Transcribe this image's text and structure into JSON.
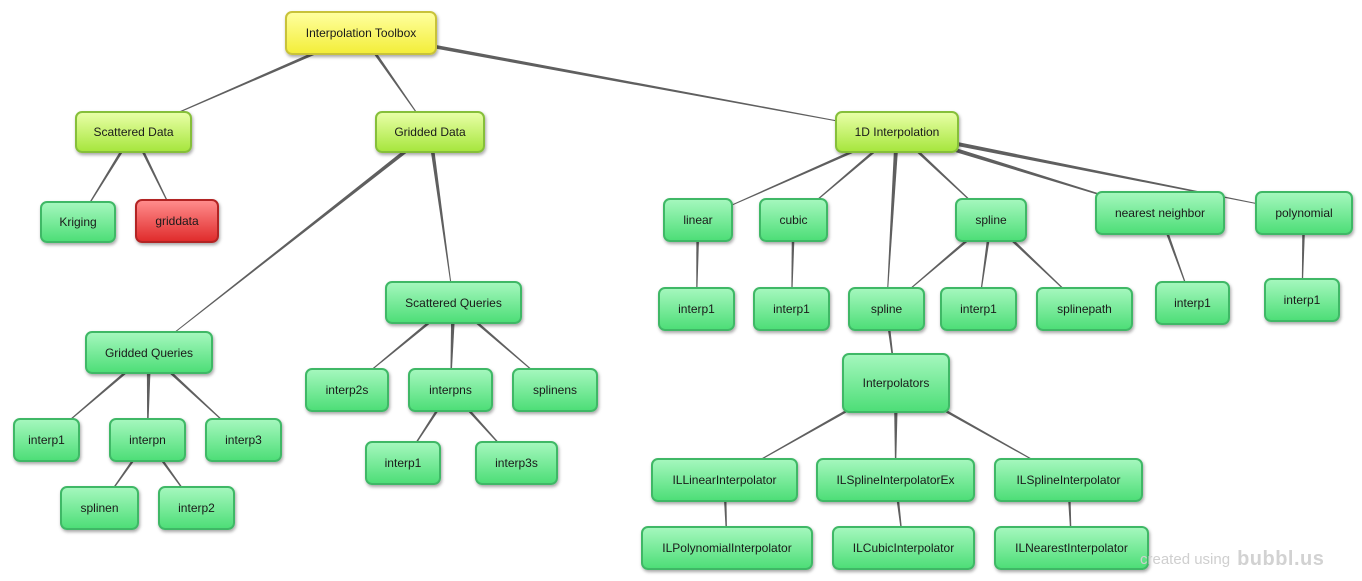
{
  "nodes": [
    {
      "id": "root",
      "label": "Interpolation Toolbox",
      "style": "root"
    },
    {
      "id": "scattered_data",
      "label": "Scattered Data",
      "style": "cat"
    },
    {
      "id": "gridded_data",
      "label": "Gridded Data",
      "style": "cat"
    },
    {
      "id": "interp_1d",
      "label": "1D Interpolation",
      "style": "cat"
    },
    {
      "id": "kriging",
      "label": "Kriging",
      "style": "leaf"
    },
    {
      "id": "griddata",
      "label": "griddata",
      "style": "hl"
    },
    {
      "id": "gridded_queries",
      "label": "Gridded Queries",
      "style": "leaf"
    },
    {
      "id": "scattered_queries",
      "label": "Scattered Queries",
      "style": "leaf"
    },
    {
      "id": "gq_interp1",
      "label": "interp1",
      "style": "leaf"
    },
    {
      "id": "gq_interpn",
      "label": "interpn",
      "style": "leaf"
    },
    {
      "id": "gq_interp3",
      "label": "interp3",
      "style": "leaf"
    },
    {
      "id": "gq_splinen",
      "label": "splinen",
      "style": "leaf"
    },
    {
      "id": "gq_interp2",
      "label": "interp2",
      "style": "leaf"
    },
    {
      "id": "sq_interp2s",
      "label": "interp2s",
      "style": "leaf"
    },
    {
      "id": "sq_interpns",
      "label": "interpns",
      "style": "leaf"
    },
    {
      "id": "sq_splinens",
      "label": "splinens",
      "style": "leaf"
    },
    {
      "id": "sq_interp1",
      "label": "interp1",
      "style": "leaf"
    },
    {
      "id": "sq_interp3s",
      "label": "interp3s",
      "style": "leaf"
    },
    {
      "id": "linear",
      "label": "linear",
      "style": "leaf"
    },
    {
      "id": "cubic",
      "label": "cubic",
      "style": "leaf"
    },
    {
      "id": "spline",
      "label": "spline",
      "style": "leaf"
    },
    {
      "id": "nearest",
      "label": "nearest neighbor",
      "style": "leaf"
    },
    {
      "id": "polynomial",
      "label": "polynomial",
      "style": "leaf"
    },
    {
      "id": "linear_interp1",
      "label": "interp1",
      "style": "leaf"
    },
    {
      "id": "cubic_interp1",
      "label": "interp1",
      "style": "leaf"
    },
    {
      "id": "spline_spline",
      "label": "spline",
      "style": "leaf"
    },
    {
      "id": "spline_interp1",
      "label": "interp1",
      "style": "leaf"
    },
    {
      "id": "splinepath",
      "label": "splinepath",
      "style": "leaf"
    },
    {
      "id": "nearest_interp1",
      "label": "interp1",
      "style": "leaf"
    },
    {
      "id": "poly_interp1",
      "label": "interp1",
      "style": "leaf"
    },
    {
      "id": "interpolators",
      "label": "Interpolators",
      "style": "leaf"
    },
    {
      "id": "il_linear",
      "label": "ILLinearInterpolator",
      "style": "leaf"
    },
    {
      "id": "il_spline_ex",
      "label": "ILSplineInterpolatorEx",
      "style": "leaf"
    },
    {
      "id": "il_spline",
      "label": "ILSplineInterpolator",
      "style": "leaf"
    },
    {
      "id": "il_polynomial",
      "label": "ILPolynomialInterpolator",
      "style": "leaf"
    },
    {
      "id": "il_cubic",
      "label": "ILCubicInterpolator",
      "style": "leaf"
    },
    {
      "id": "il_nearest",
      "label": "ILNearestInterpolator",
      "style": "leaf"
    }
  ],
  "edges": [
    [
      "root",
      "scattered_data"
    ],
    [
      "root",
      "gridded_data"
    ],
    [
      "root",
      "interp_1d"
    ],
    [
      "scattered_data",
      "kriging"
    ],
    [
      "scattered_data",
      "griddata"
    ],
    [
      "gridded_data",
      "gridded_queries"
    ],
    [
      "gridded_data",
      "scattered_queries"
    ],
    [
      "gridded_queries",
      "gq_interp1"
    ],
    [
      "gridded_queries",
      "gq_interpn"
    ],
    [
      "gridded_queries",
      "gq_interp3"
    ],
    [
      "gq_interpn",
      "gq_splinen"
    ],
    [
      "gq_interpn",
      "gq_interp2"
    ],
    [
      "scattered_queries",
      "sq_interp2s"
    ],
    [
      "scattered_queries",
      "sq_interpns"
    ],
    [
      "scattered_queries",
      "sq_splinens"
    ],
    [
      "sq_interpns",
      "sq_interp1"
    ],
    [
      "sq_interpns",
      "sq_interp3s"
    ],
    [
      "interp_1d",
      "linear"
    ],
    [
      "interp_1d",
      "cubic"
    ],
    [
      "interp_1d",
      "spline_spline"
    ],
    [
      "interp_1d",
      "spline"
    ],
    [
      "interp_1d",
      "nearest"
    ],
    [
      "interp_1d",
      "polynomial"
    ],
    [
      "linear",
      "linear_interp1"
    ],
    [
      "cubic",
      "cubic_interp1"
    ],
    [
      "spline",
      "spline_spline"
    ],
    [
      "spline",
      "spline_interp1"
    ],
    [
      "spline",
      "splinepath"
    ],
    [
      "nearest",
      "nearest_interp1"
    ],
    [
      "polynomial",
      "poly_interp1"
    ],
    [
      "spline_spline",
      "interpolators"
    ],
    [
      "interpolators",
      "il_linear"
    ],
    [
      "interpolators",
      "il_spline_ex"
    ],
    [
      "interpolators",
      "il_spline"
    ],
    [
      "il_linear",
      "il_polynomial"
    ],
    [
      "il_spline_ex",
      "il_cubic"
    ],
    [
      "il_spline",
      "il_nearest"
    ]
  ],
  "watermark": {
    "prefix": "created using",
    "brand": "bubbl.us"
  },
  "colors": {
    "edge": "#5f5f5f",
    "root": "#f3ee3a",
    "category": "#a7e63e",
    "leaf": "#4ede78",
    "highlight": "#e02c2c"
  }
}
